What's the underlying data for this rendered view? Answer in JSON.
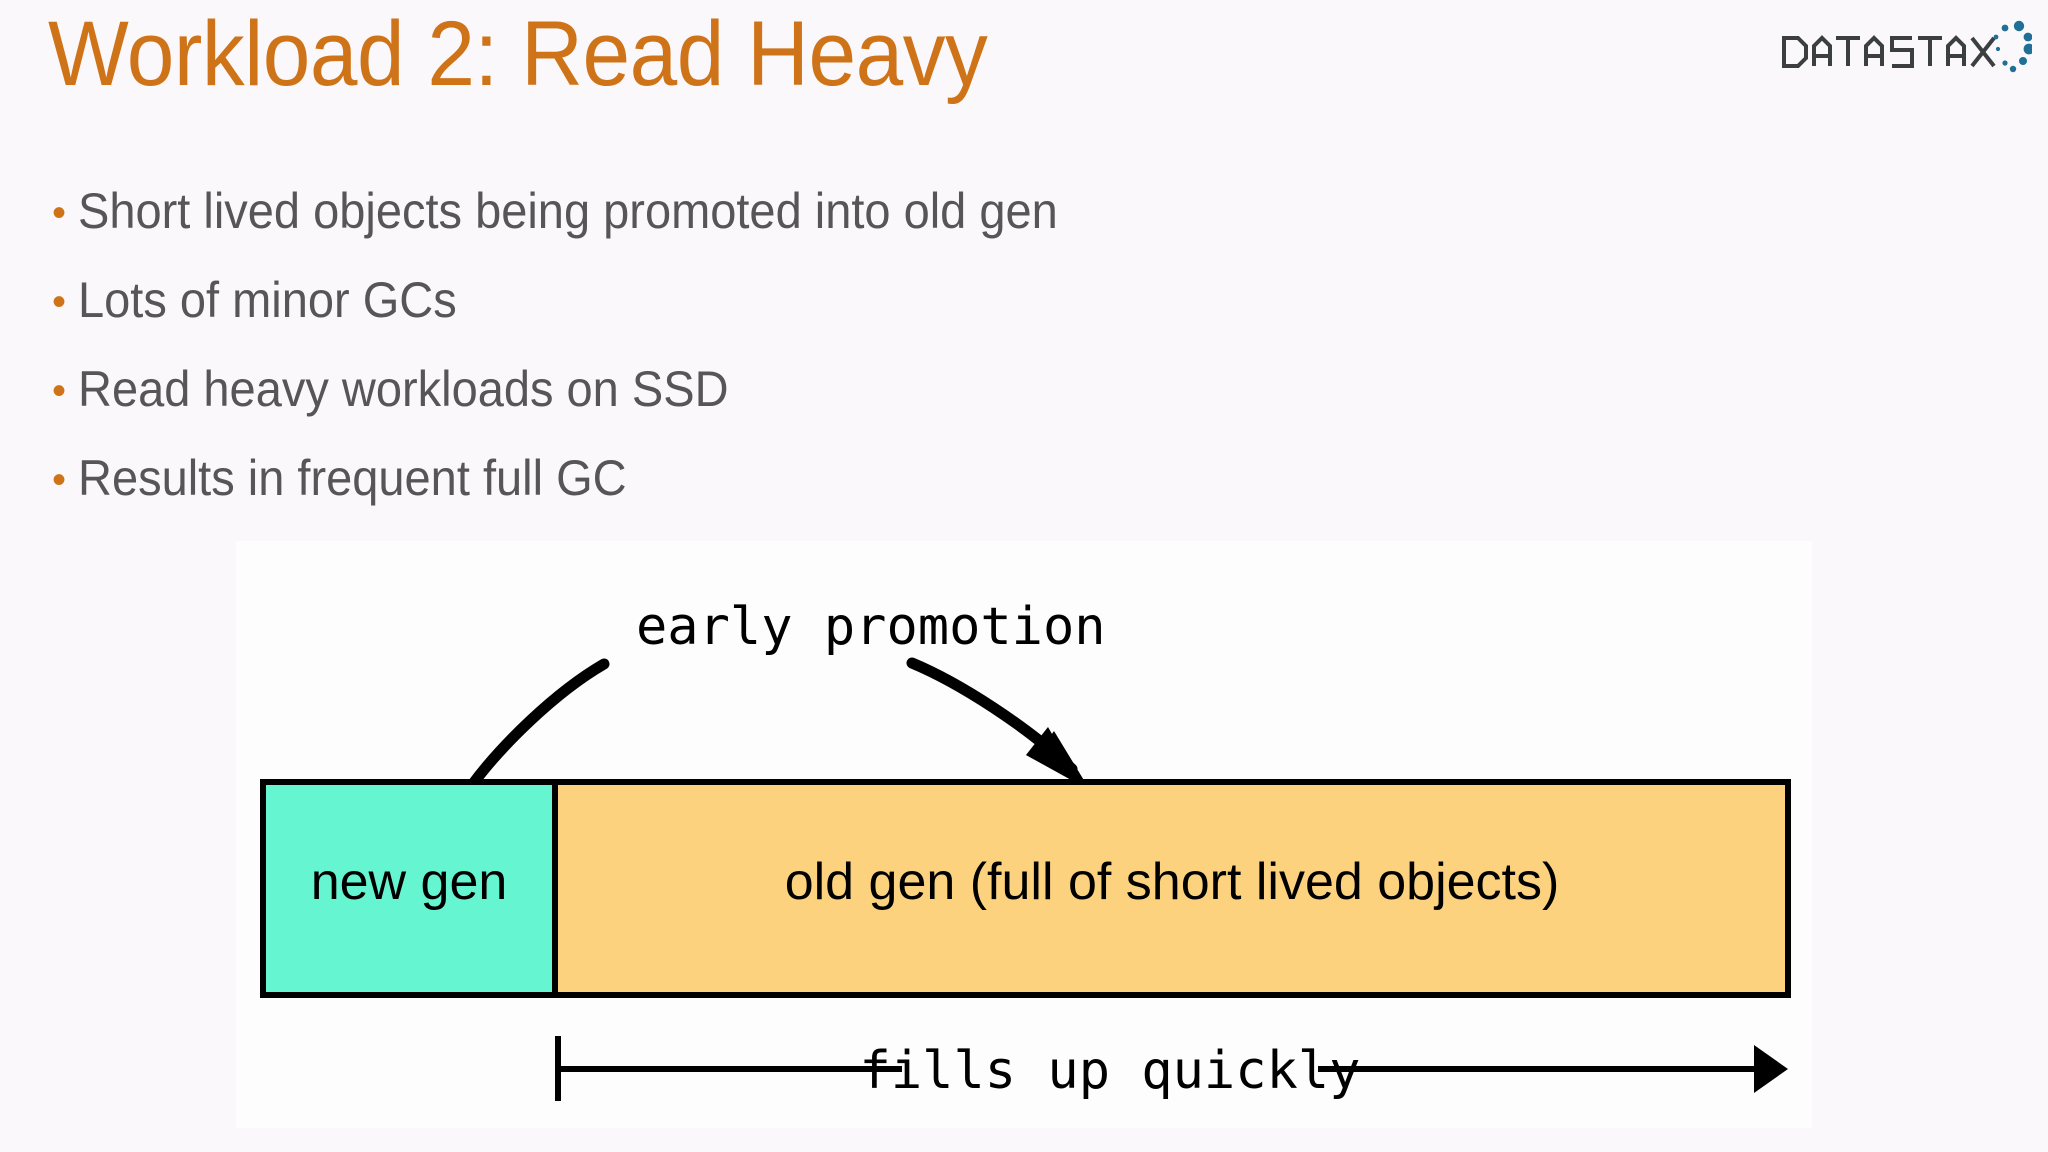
{
  "slide": {
    "title": "Workload 2: Read Heavy",
    "background_color": "#faf8fa",
    "accent_color": "#cf7319",
    "body_text_color": "#585557"
  },
  "logo": {
    "name": "datastax-logo",
    "wordmark": "DATASTAX",
    "wordmark_color": "#3b3f42",
    "dot_color": "#1f6f96"
  },
  "bullets": [
    {
      "marker": "•",
      "text": "Short lived objects being promoted into old gen"
    },
    {
      "marker": "•",
      "text": "Lots of minor GCs"
    },
    {
      "marker": "•",
      "text": "Read heavy workloads on SSD"
    },
    {
      "marker": "•",
      "text": "Results in frequent full GC"
    }
  ],
  "diagram": {
    "panel_background": "#fefdfe",
    "annotation_top": "early promotion",
    "annotation_bottom": "fills up quickly",
    "boxes": [
      {
        "id": "new-gen",
        "label": "new gen",
        "fill": "#66f5d1",
        "stroke": "#000000"
      },
      {
        "id": "old-gen",
        "label": "old gen (full of short lived objects)",
        "fill": "#fcd27f",
        "stroke": "#000000"
      }
    ],
    "arrows": [
      {
        "id": "promotion-arrow-left",
        "kind": "curve-no-head",
        "from": "new-gen-boundary",
        "to": "early-promotion-label"
      },
      {
        "id": "promotion-arrow-right",
        "kind": "curve-with-head",
        "from": "early-promotion-label",
        "to": "old-gen-top"
      },
      {
        "id": "fills-up-arrow",
        "kind": "measure-arrow-right",
        "from": "old-gen-left",
        "to": "old-gen-right"
      }
    ]
  }
}
